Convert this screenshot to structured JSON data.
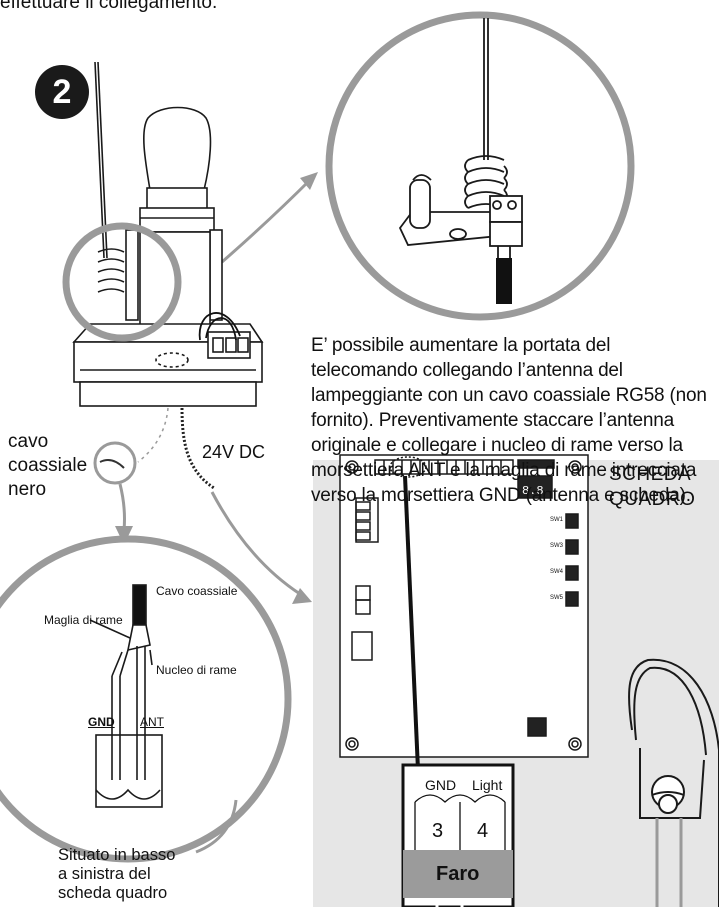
{
  "top_text": "effettuare il collegamento.",
  "step_number": "2",
  "paragraph": "E’ possibile aumentare la portata del telecomando collegando l’antenna del lampeggiante con un cavo coassiale RG58 (non fornito). Preventivamente staccare l’antenna originale e collegare i nucleo di rame verso la morsettiera ANT e la maglia di rame intrecciata verso la morsettiera GND (antenna e scheda).",
  "cable_label": [
    "cavo",
    "coassiale",
    "nero"
  ],
  "voltage_label": "24V DC",
  "board_label": [
    "SCHEDA",
    "QUADRO"
  ],
  "location_label": [
    "Situato in basso",
    "a sinistra del",
    "scheda quadro"
  ],
  "detail": {
    "coax": "Cavo coassiale",
    "braid": "Maglia di rame",
    "core": "Nucleo di rame",
    "gnd": "GND",
    "ant": "ANT"
  },
  "terminal": {
    "gnd": "GND",
    "light": "Light",
    "num_3": "3",
    "num_4": "4",
    "faro": "Faro"
  },
  "board_switches": [
    "SW1",
    "SW3",
    "SW4",
    "SW5"
  ],
  "colors": {
    "circle_gray": "#9a9a9a",
    "panel_gray": "#e6e6e6",
    "faro_gray": "#9b9b9b"
  }
}
